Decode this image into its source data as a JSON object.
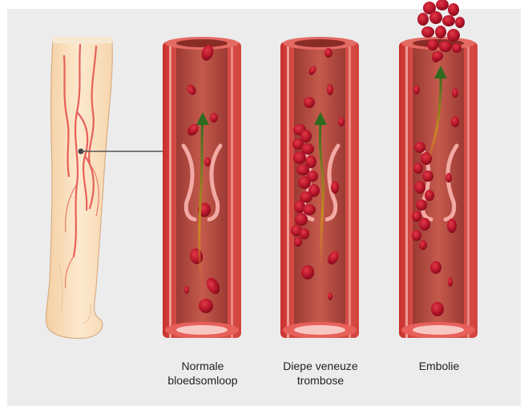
{
  "colors": {
    "background": "#ececec",
    "vessel_wall": "#d9534f",
    "vessel_wall_light": "#f0a3a0",
    "lumen": "#b5473f",
    "blood_cell": "#c0182a",
    "arrow": "#2e6b1f",
    "skin": "#fbe3c3",
    "vein": "#e8605a",
    "pointer": "#444444"
  },
  "panels": [
    {
      "id": "normal",
      "caption_lines": [
        "Normale",
        "bloedsomloop"
      ]
    },
    {
      "id": "dvt",
      "caption_lines": [
        "Diepe veneuze",
        "trombose"
      ]
    },
    {
      "id": "embolism",
      "caption_lines": [
        "Embolie"
      ]
    }
  ],
  "icons": {
    "leg": "leg-illustration",
    "arrow": "flow-arrow"
  }
}
